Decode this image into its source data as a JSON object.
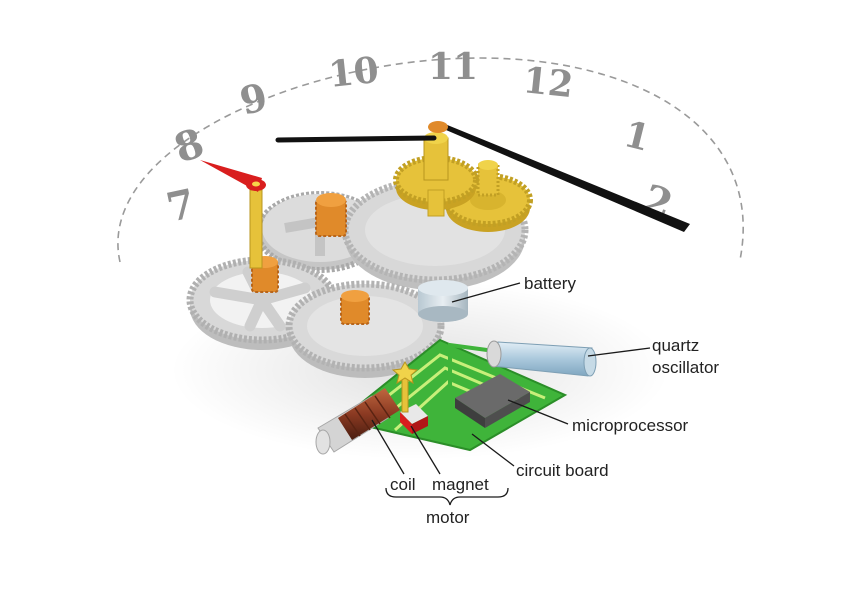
{
  "dial": {
    "numerals": [
      "7",
      "8",
      "9",
      "10",
      "11",
      "12",
      "1",
      "2"
    ]
  },
  "labels": {
    "battery": "battery",
    "quartz_line1": "quartz",
    "quartz_line2": "oscillator",
    "microprocessor": "microprocessor",
    "circuit_board": "circuit board",
    "coil": "coil",
    "magnet": "magnet",
    "motor": "motor"
  },
  "colors": {
    "gear_gray": "#d6d6d6",
    "gear_brass": "#e6c23a",
    "pinion_orange": "#e08a2a",
    "hand_red": "#d91e1e",
    "hand_black": "#111111",
    "circuit_green": "#3fb43a",
    "chip_gray": "#5a5a5a",
    "quartz_blue": "#aac8dc",
    "coil_copper": "#8b3a22",
    "numeral_gray": "#8f8f8f"
  }
}
